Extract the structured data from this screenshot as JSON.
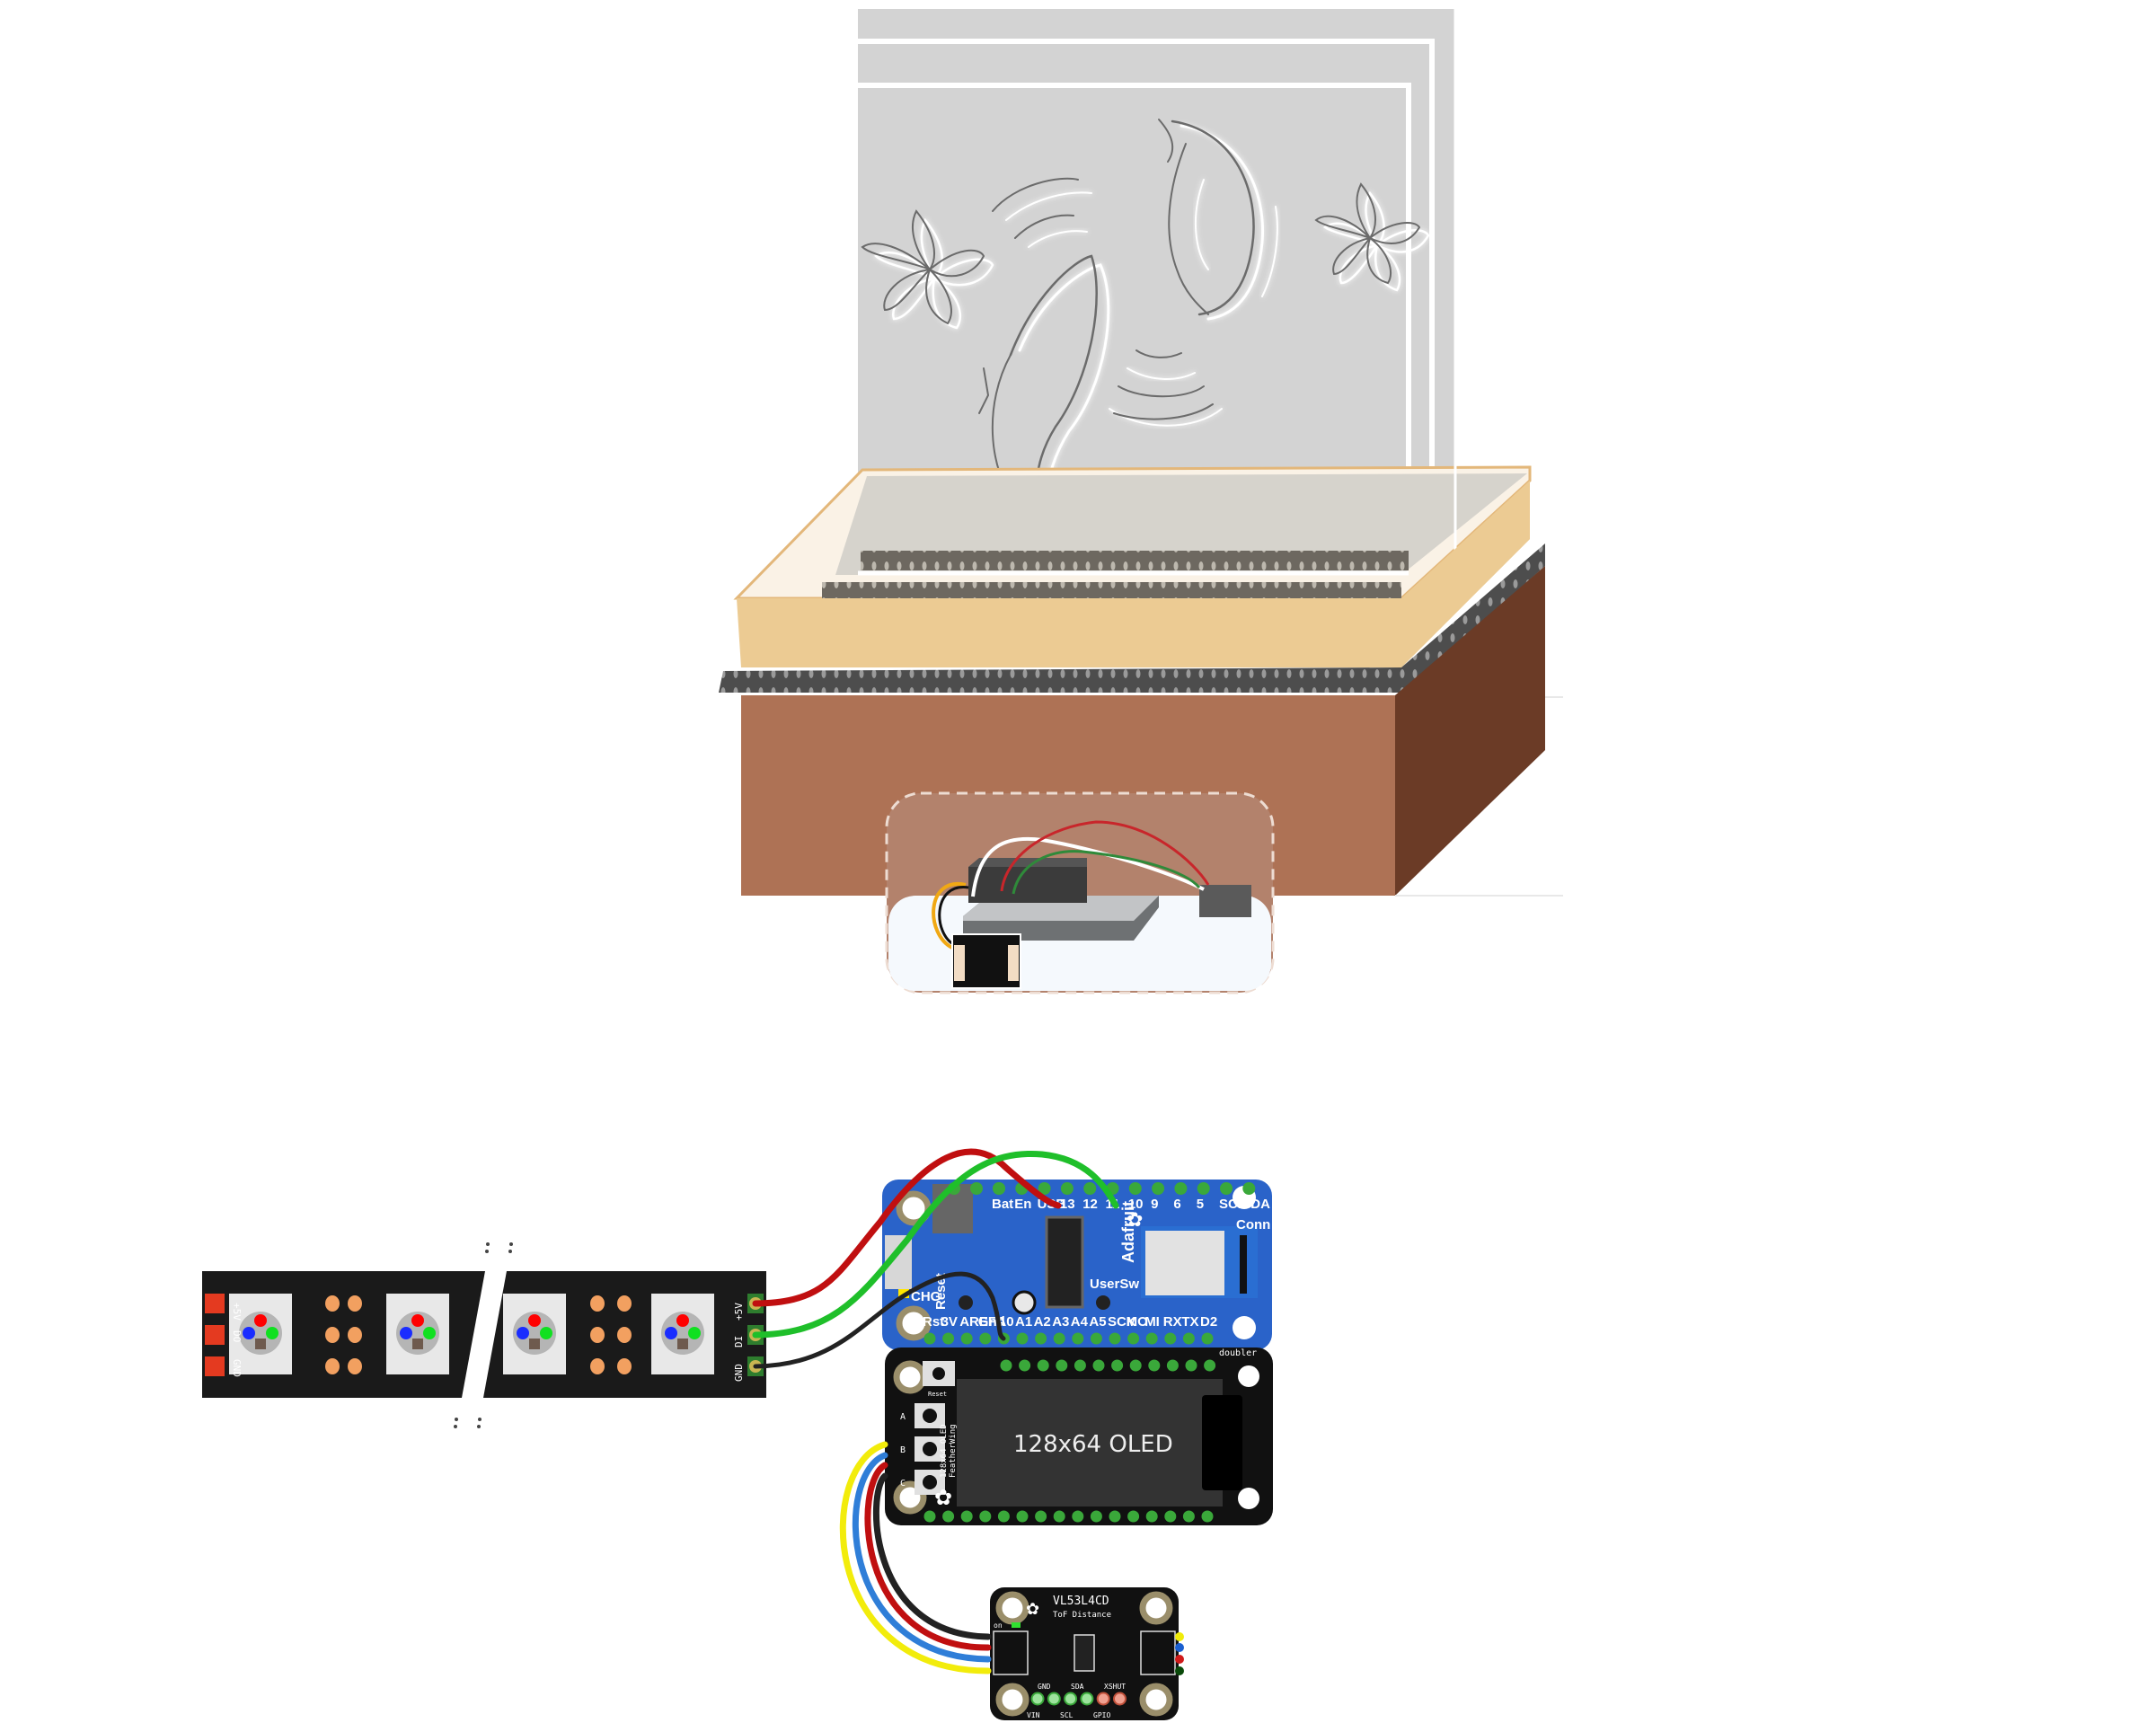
{
  "colors": {
    "background": "#ffffff",
    "acrylic": "#d3d3d3",
    "acrylic_outline": "#ffffff",
    "sketch_dark": "#6b6b6b",
    "sketch_glow": "#ffffff",
    "tan_wood": "#eccb93",
    "tan_edge": "#e3b77a",
    "led_strip": "#4a4a4a",
    "box_front": "#ae7255",
    "box_side": "#6b3b26",
    "cutout": "#b3826c",
    "feather_blue": "#2a63c9",
    "pcb_black": "#111111",
    "pad_green": "#3aa83a",
    "wire_red": "#c00f10",
    "wire_green": "#1fbf2a",
    "wire_black": "#222222",
    "wire_yellow": "#f2ec0b",
    "wire_blue": "#2f7ed8"
  },
  "illustration": {
    "title": "Acrylic edge-lit koi display box",
    "elements": [
      "koi-fish-left",
      "koi-fish-right",
      "flower-left",
      "flower-right",
      "water-ripples"
    ]
  },
  "led_strip": {
    "labels": {
      "plus5v": "+5V",
      "do": "DO",
      "di": "DI",
      "gnd": "GND"
    }
  },
  "feather": {
    "brand": "Adafruit",
    "top_pins": [
      "Bat",
      "En",
      "USB",
      "13",
      "12",
      "11",
      "10",
      "9",
      "6",
      "5",
      "SCL",
      "SDA"
    ],
    "bottom_pins": [
      "Rst",
      "3V",
      "AREF",
      "Gnd",
      "A0",
      "A1",
      "A2",
      "A3",
      "A4",
      "A5",
      "SCK",
      "MO",
      "MI",
      "RX",
      "TX",
      "D2"
    ],
    "conn_label": "Conn",
    "chg_label": "CHG",
    "reset_label": "Reset",
    "usersw_label": "UserSw",
    "doubler_label": "doubler"
  },
  "oled": {
    "screen_text": "128x64 OLED",
    "board_text_line1": "128x64 OLED",
    "board_text_line2": "FeatherWing",
    "reset_label": "Reset",
    "buttons": [
      "A",
      "B",
      "C"
    ]
  },
  "sensor": {
    "title": "VL53L4CD",
    "subtitle": "ToF Distance",
    "on_label": "on",
    "top_pin_labels": [
      "GND",
      "SDA",
      "XSHUT"
    ],
    "bottom_pin_labels": [
      "VIN",
      "SCL",
      "GPIO"
    ]
  }
}
